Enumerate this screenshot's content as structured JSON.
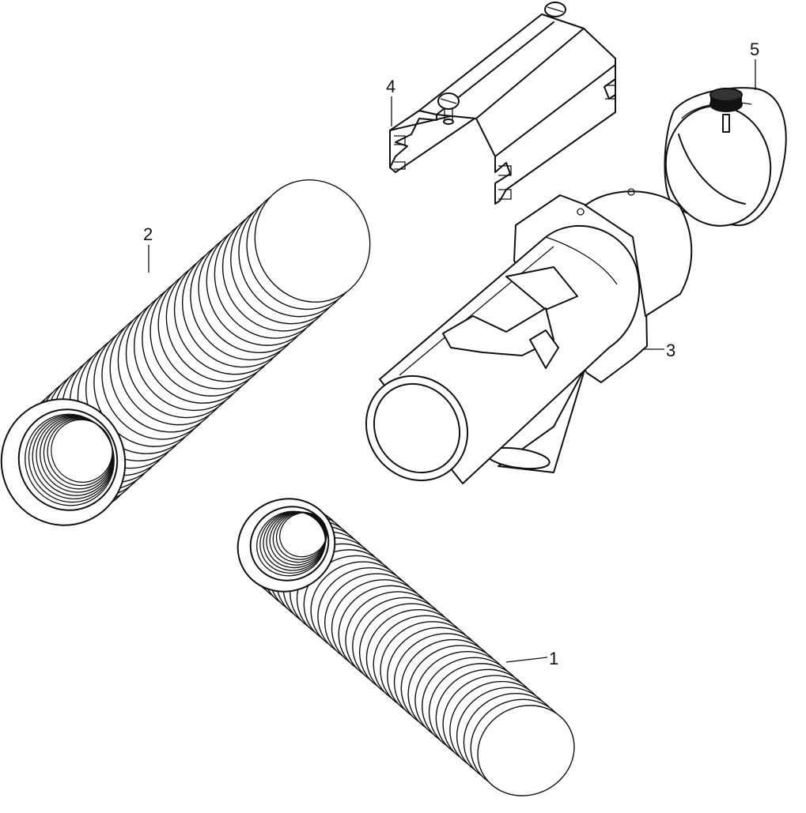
{
  "diagram": {
    "callouts": [
      {
        "id": "1",
        "label": "1"
      },
      {
        "id": "2",
        "label": "2"
      },
      {
        "id": "3",
        "label": "3"
      },
      {
        "id": "4",
        "label": "4"
      },
      {
        "id": "5",
        "label": "5"
      }
    ],
    "colors": {
      "stroke": "#111111",
      "background": "#ffffff",
      "knob": "#111111"
    }
  }
}
